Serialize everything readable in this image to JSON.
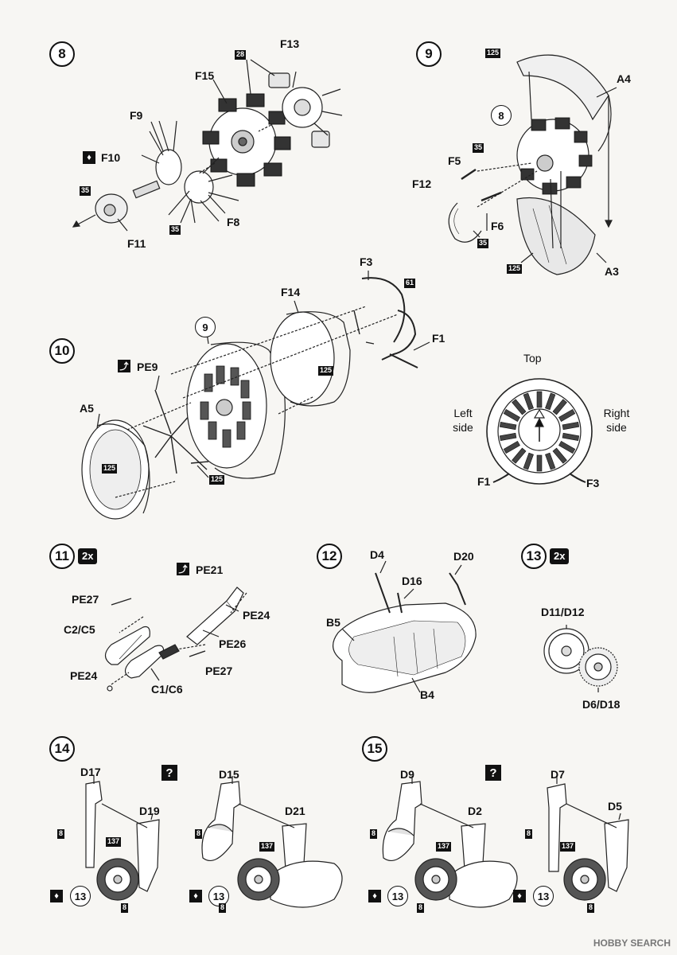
{
  "steps": {
    "s8": "8",
    "s9": "9",
    "s10": "10",
    "s11": "11",
    "s12": "12",
    "s13": "13",
    "s14": "14",
    "s15": "15"
  },
  "qty": {
    "q11": "2x",
    "q13": "2x"
  },
  "labels": {
    "F13": "F13",
    "F15": "F15",
    "F9": "F9",
    "F10": "F10",
    "F11": "F11",
    "F8": "F8",
    "A4": "A4",
    "F5": "F5",
    "F12": "F12",
    "F6": "F6",
    "A3": "A3",
    "F3": "F3",
    "F14": "F14",
    "F1": "F1",
    "PE9": "PE9",
    "A5": "A5",
    "top": "Top",
    "left_side": "Left side",
    "right_side": "Right side",
    "F1b": "F1",
    "F3b": "F3",
    "PE21": "PE21",
    "PE27a": "PE27",
    "PE24a": "PE24",
    "C2C5": "C2/C5",
    "PE26": "PE26",
    "PE27b": "PE27",
    "PE24b": "PE24",
    "C1C6": "C1/C6",
    "D4": "D4",
    "D20": "D20",
    "D16": "D16",
    "B5": "B5",
    "B4": "B4",
    "D11D12": "D11/D12",
    "D6D18": "D6/D18",
    "D17": "D17",
    "D19": "D19",
    "D15": "D15",
    "D21": "D21",
    "D9": "D9",
    "D2": "D2",
    "D7": "D7",
    "D5": "D5"
  },
  "sub_refs": {
    "r8": "8",
    "r9": "9",
    "r13a": "13",
    "r13b": "13",
    "r13c": "13",
    "r13d": "13"
  },
  "tags": {
    "t28": "28",
    "t35a": "35",
    "t35b": "35",
    "t125a": "125",
    "t35c": "35",
    "t35d": "35",
    "t125b": "125",
    "t61": "61",
    "t125c": "125",
    "t125d": "125",
    "t125e": "125",
    "t8a": "8",
    "t137a": "137",
    "t8b": "8",
    "t8c": "8",
    "t137b": "137",
    "t8d": "8",
    "t8e": "8",
    "t137c": "137",
    "t8f": "8",
    "t8g": "8",
    "t137d": "137",
    "t8h": "8"
  },
  "question": {
    "qa": "?",
    "qb": "?"
  },
  "watermark": "HOBBY SEARCH"
}
